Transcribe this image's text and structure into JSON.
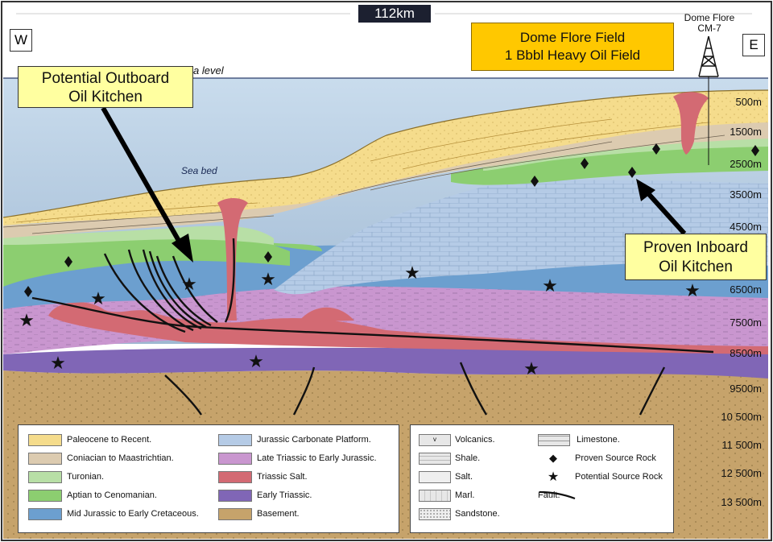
{
  "scale_bar": {
    "label": "112km"
  },
  "direction": {
    "west": "W",
    "east": "E"
  },
  "well": {
    "name_line1": "Dome Flore",
    "name_line2": "CM-7"
  },
  "field_box": {
    "line1": "Dome Flore Field",
    "line2": "1 Bbbl Heavy Oil Field"
  },
  "callout_outboard": {
    "line1": "Potential Outboard",
    "line2": "Oil Kitchen"
  },
  "callout_inboard": {
    "line1": "Proven Inboard",
    "line2": "Oil Kitchen"
  },
  "sea_level_label": "a level",
  "sea_bed_label": "Sea bed",
  "depth_scale": [
    "500m",
    "1500m",
    "2500m",
    "3500m",
    "4500m",
    "6500m",
    "7500m",
    "8500m",
    "9500m",
    "10 500m",
    "11 500m",
    "12 500m",
    "13 500m"
  ],
  "colors": {
    "sea": "#b8d0e4",
    "paleocene": "#f5dc8c",
    "coniacian": "#dccbb0",
    "turonian": "#b8dfa6",
    "aptian": "#8cce70",
    "mid_jurassic": "#6c9fcf",
    "carbonate": "#b5cbe6",
    "late_triassic": "#c996cf",
    "salt": "#d36a73",
    "early_triassic": "#8066b6",
    "basement": "#c6a36b",
    "callout_bg": "#ffffa0",
    "field_bg": "#ffc800"
  },
  "legend_units": [
    {
      "label": "Paleocene to Recent.",
      "color": "#f5dc8c"
    },
    {
      "label": "Coniacian to Maastrichtian.",
      "color": "#dccbb0"
    },
    {
      "label": "Turonian.",
      "color": "#b8dfa6"
    },
    {
      "label": "Aptian to Cenomanian.",
      "color": "#8cce70"
    },
    {
      "label": "Mid Jurassic to Early Cretaceous.",
      "color": "#6c9fcf"
    },
    {
      "label": "Jurassic Carbonate Platform.",
      "color": "#b5cbe6"
    },
    {
      "label": "Late Triassic to Early Jurassic.",
      "color": "#c996cf"
    },
    {
      "label": "Triassic Salt.",
      "color": "#d36a73"
    },
    {
      "label": "Early Triassic.",
      "color": "#8066b6"
    },
    {
      "label": "Basement.",
      "color": "#c6a36b"
    }
  ],
  "legend_lith": {
    "volcanics": "Volcanics.",
    "shale": "Shale.",
    "salt": "Salt.",
    "marl": "Marl.",
    "sandstone": "Sandstone.",
    "limestone": "Limestone.",
    "proven": "Proven Source Rock",
    "potential": "Potential Source Rock",
    "fault": "Fault."
  }
}
